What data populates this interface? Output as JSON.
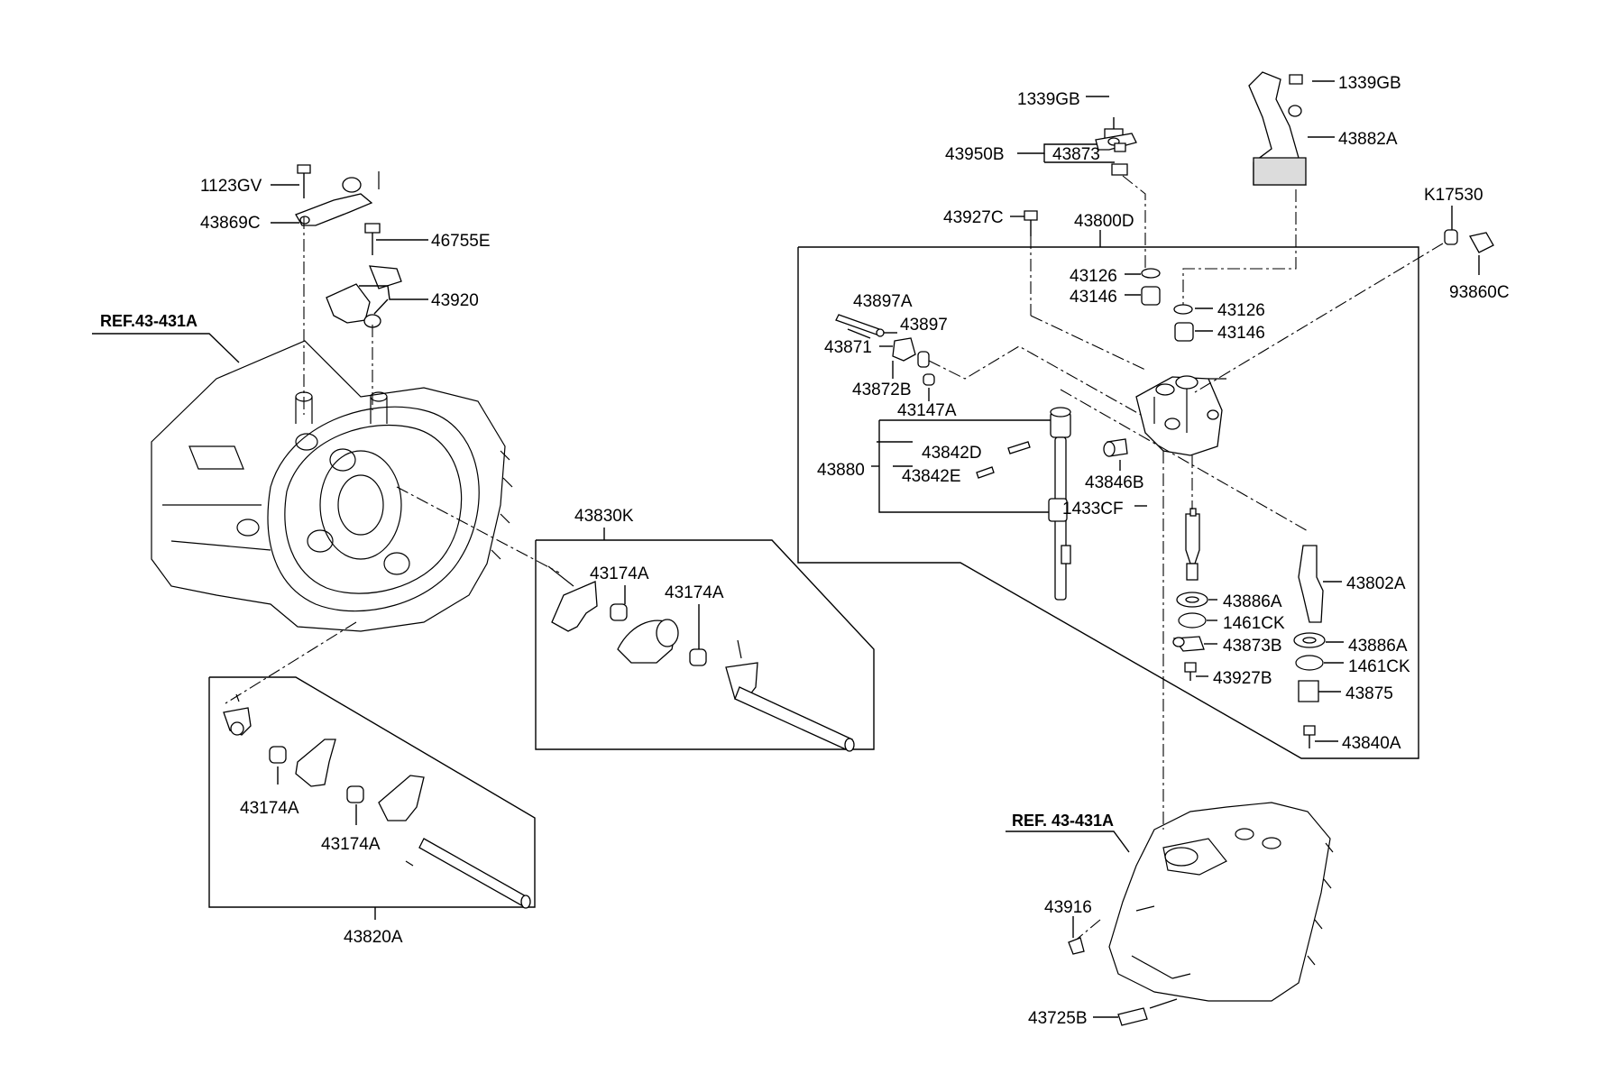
{
  "labels": {
    "p1123GV": "1123GV",
    "p43869C": "43869C",
    "p46755E": "46755E",
    "p43920": "43920",
    "ref_left": "REF.43-431A",
    "p43830K": "43830K",
    "p43174A_1": "43174A",
    "p43174A_2": "43174A",
    "p43174A_3": "43174A",
    "p43174A_4": "43174A",
    "p43820A": "43820A",
    "p1339GB_1": "1339GB",
    "p43950B": "43950B",
    "p43873": "43873",
    "p43927C": "43927C",
    "p43800D": "43800D",
    "p1339GB_2": "1339GB",
    "p43882A": "43882A",
    "pK17530": "K17530",
    "p93860C": "93860C",
    "p43126_1": "43126",
    "p43146_1": "43146",
    "p43126_2": "43126",
    "p43146_2": "43146",
    "p43897A": "43897A",
    "p43897": "43897",
    "p43871": "43871",
    "p43872B": "43872B",
    "p43147A": "43147A",
    "p43842D": "43842D",
    "p43880": "43880",
    "p43842E": "43842E",
    "p43846B": "43846B",
    "p1433CF": "1433CF",
    "p43886A_1": "43886A",
    "p43802A": "43802A",
    "p1461CK_1": "1461CK",
    "p43873B": "43873B",
    "p43886A_2": "43886A",
    "p1461CK_2": "1461CK",
    "p43927B": "43927B",
    "p43875": "43875",
    "p43840A": "43840A",
    "ref_right": "REF. 43-431A",
    "p43916": "43916",
    "p43725B": "43725B"
  }
}
